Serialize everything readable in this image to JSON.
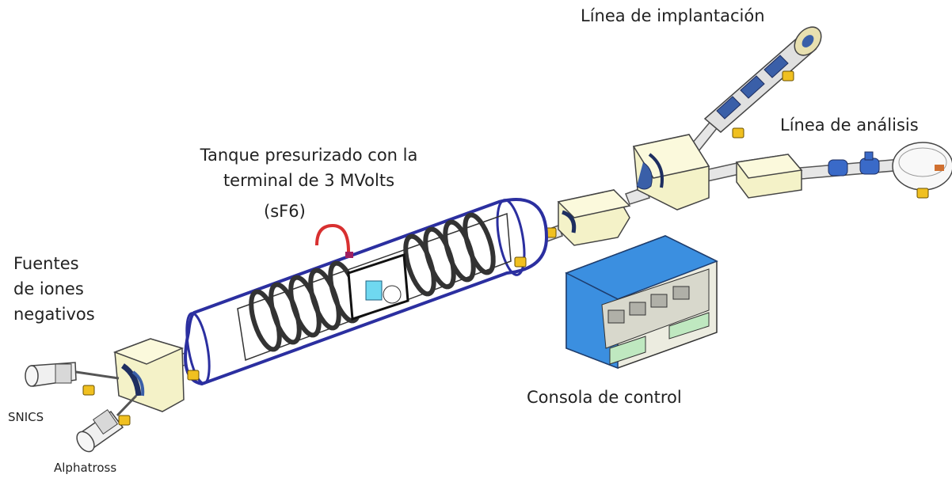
{
  "labels": {
    "implantation_line": "Línea de implantación",
    "analysis_line": "Línea de análisis",
    "tank_line1": "Tanque presurizado con la",
    "tank_line2": "terminal de 3 MVolts",
    "tank_line3": "(sF6)",
    "sources_line1": "Fuentes",
    "sources_line2": "de iones",
    "sources_line3": "negativos",
    "snics": "SNICS",
    "alphatross": "Alphatross",
    "control_console": "Consola de control"
  },
  "colors": {
    "magnet_box": "#f4f2c8",
    "magnet_coil": "#3a5fa8",
    "tank_outline": "#2b2fa0",
    "console_top": "#3b8fe0",
    "console_panel": "#ecece0",
    "console_green": "#bfe8c0",
    "valve_yellow": "#f0c020",
    "pipe": "#e6e6e6",
    "terminal_cyan": "#6fd8f0",
    "gas_loop": "#d83030"
  }
}
